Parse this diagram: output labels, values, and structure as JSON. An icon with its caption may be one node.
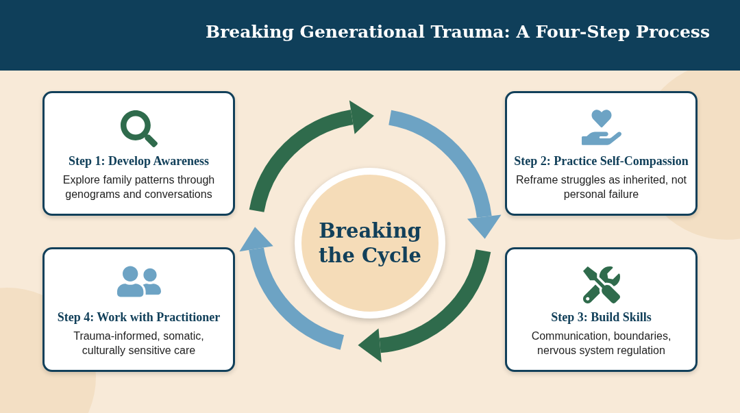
{
  "diagram": {
    "title": "Breaking Generational Trauma: A Four-Step Process",
    "nodes": [
      {
        "text": [
          "Step 1: Develop Awareness",
          "Explore family patterns through genograms and conversations"
        ]
      },
      {
        "text": [
          "Step 2: Practice Self-Compassion",
          "Reframe struggles as inherited, not personal failure"
        ]
      },
      {
        "text": [
          "Step 3: Build Skills",
          "Communication, boundaries, nervous system regulation"
        ]
      },
      {
        "text": [
          "Step 4: Work with Practitioner",
          "Trauma-informed, somatic, culturally sensitive care"
        ]
      },
      {
        "text": [
          "Breaking the Cycle"
        ]
      }
    ]
  }
}
